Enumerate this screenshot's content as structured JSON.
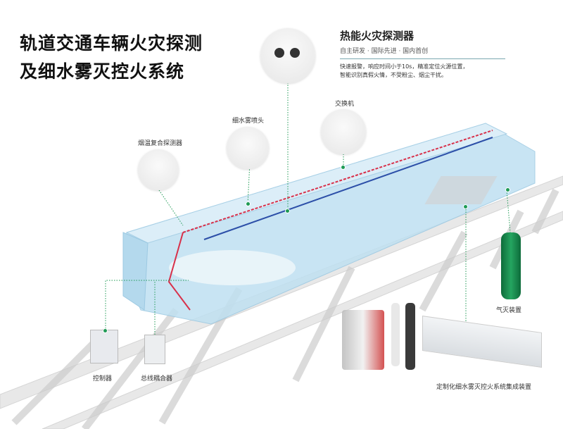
{
  "title": {
    "line1": "轨道交通车辆火灾探测",
    "line2": "及细水雾灭控火系统"
  },
  "feature": {
    "heading": "热能火灾探测器",
    "subtitle": "自主研发 · 国际先进 · 国内首创",
    "desc_line1": "快速报警，响应时间小于10s，精准定位火源位置，",
    "desc_line2": "智能识别真假火情，不受粉尘、烟尘干扰。"
  },
  "components": {
    "smoke_temp": "烟温复合探测器",
    "nozzle": "细水雾喷头",
    "switch": "交换机",
    "controller": "控制器",
    "bus_coupler": "总线耦合器",
    "gas_extinguisher": "气灭装置",
    "integrated_unit": "定制化细水雾灭控火系统集成装置"
  },
  "colors": {
    "accent": "#1f9a55",
    "train": "#8fc7e6",
    "pipe_red": "#d8304a",
    "pipe_blue": "#2c4fa8"
  }
}
